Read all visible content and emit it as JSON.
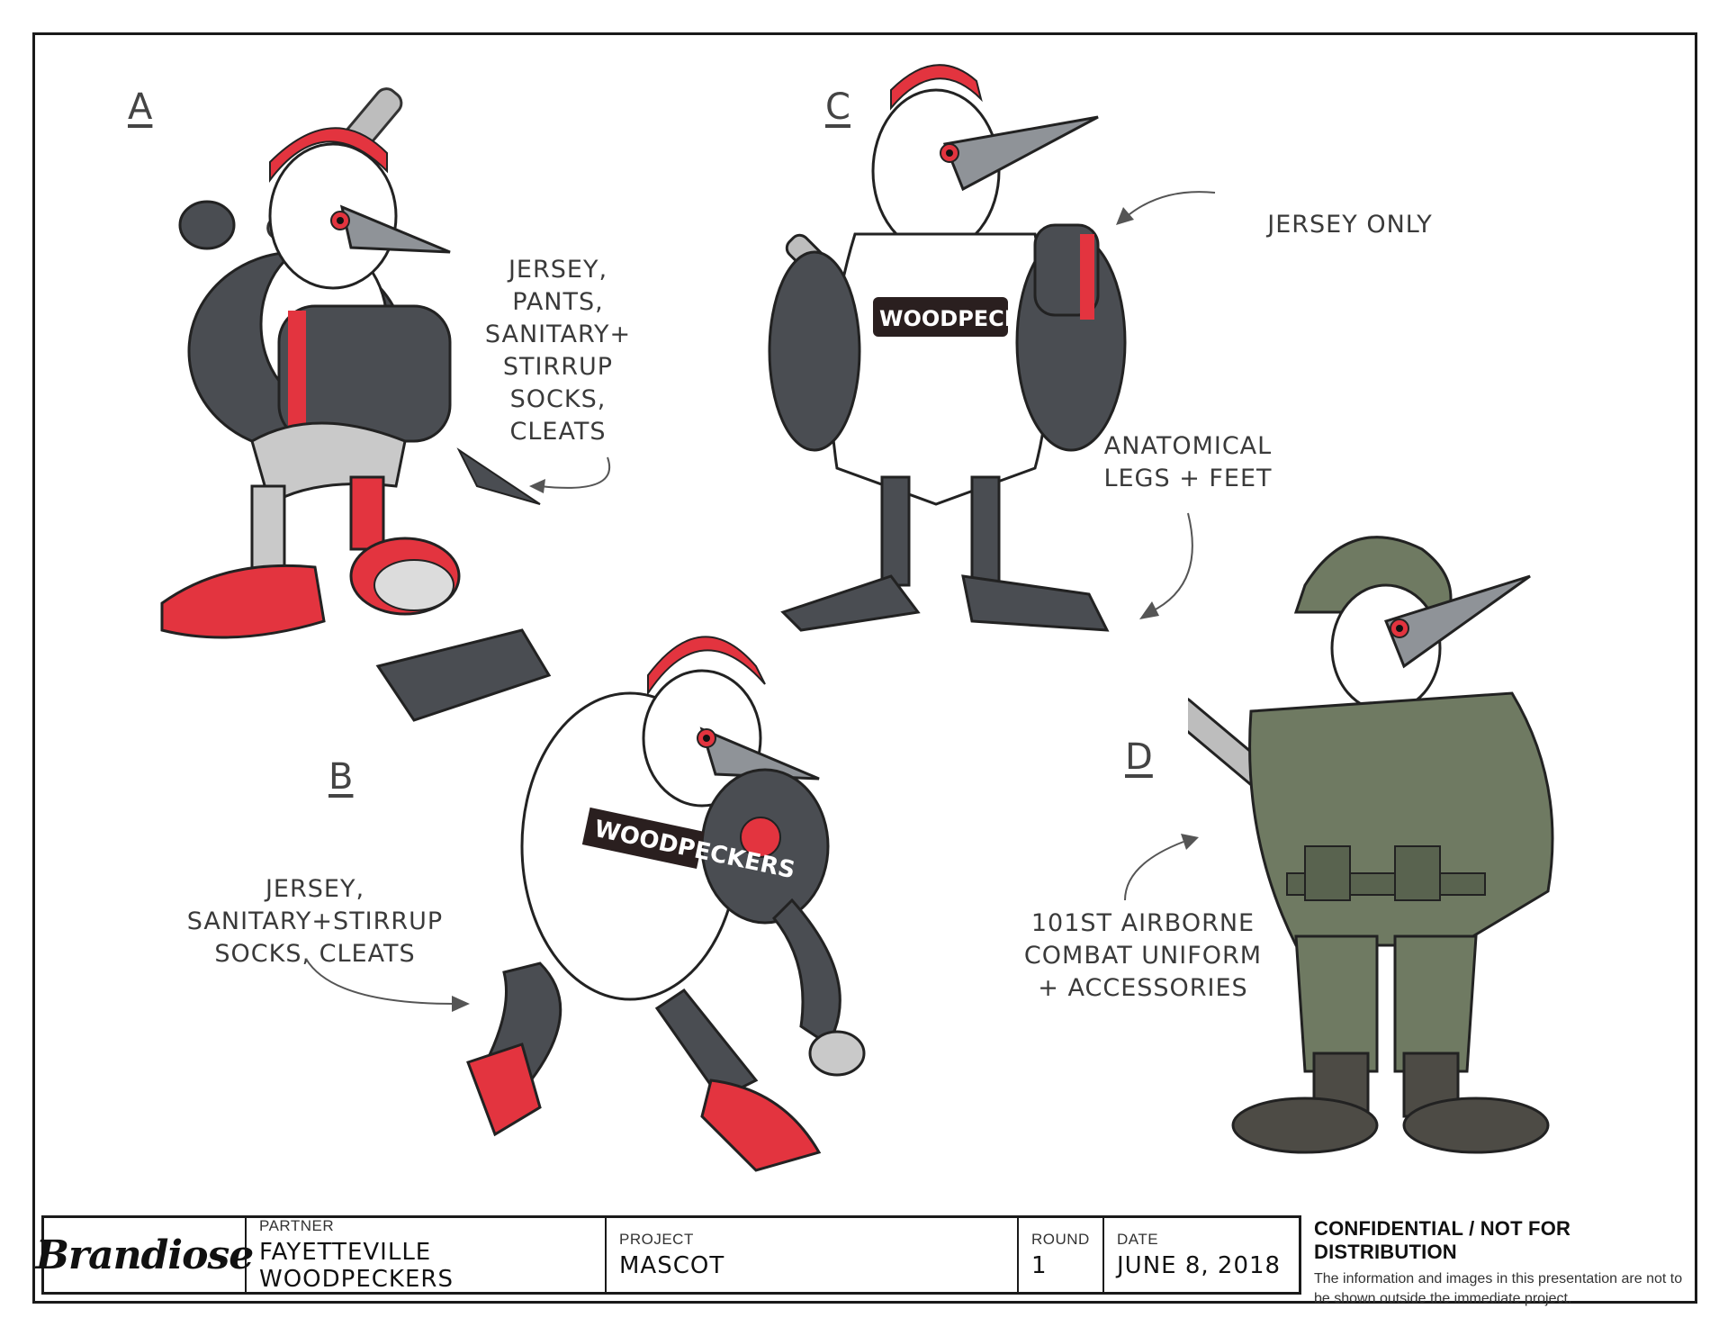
{
  "labels": {
    "a": "A",
    "b": "B",
    "c": "C",
    "d": "D"
  },
  "notes": {
    "a": "JERSEY,\nPANTS,\nSANITARY+\nSTIRRUP\nSOCKS,\nCLEATS",
    "b": "JERSEY,\nSANITARY+STIRRUP\nSOCKS, CLEATS",
    "c_top": "JERSEY ONLY",
    "c_legs": "ANATOMICAL\nLEGS + FEET",
    "d": "101ST AIRBORNE\nCOMBAT UNIFORM\n+ ACCESSORIES"
  },
  "jersey_text": "WOODPECKERS",
  "titlebar": {
    "brand": "Brandiose",
    "partner_label": "PARTNER",
    "partner_value": "FAYETTEVILLE WOODPECKERS",
    "project_label": "PROJECT",
    "project_value": "MASCOT",
    "round_label": "ROUND",
    "round_value": "1",
    "date_label": "DATE",
    "date_value": "JUNE 8, 2018"
  },
  "confidential": {
    "heading": "CONFIDENTIAL / NOT FOR DISTRIBUTION",
    "body": "The information and images in this presentation are not to be shown outside the immediate project."
  },
  "colors": {
    "accent_red": "#e3343f",
    "dark_gray": "#4a4d52",
    "olive": "#6f7a62",
    "light_gray": "#c9c9c9"
  }
}
